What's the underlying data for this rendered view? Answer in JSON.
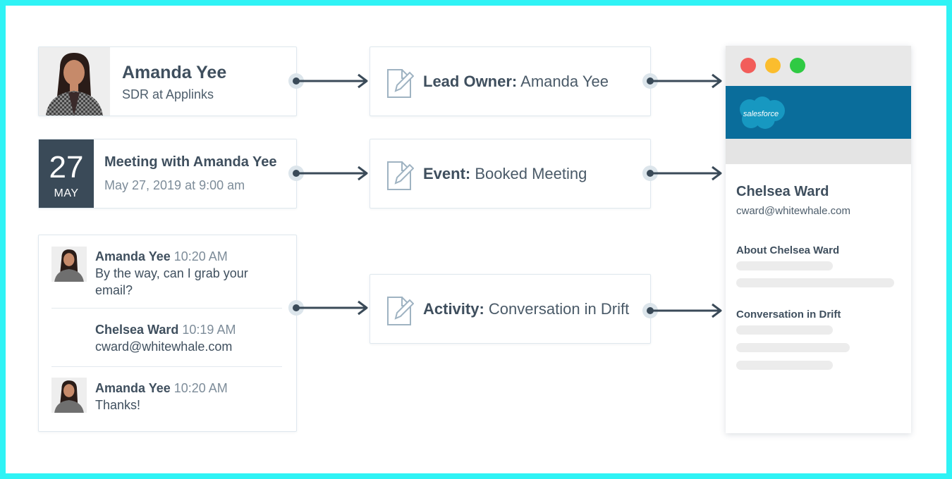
{
  "profile": {
    "name": "Amanda Yee",
    "role": "SDR at Applinks"
  },
  "meeting": {
    "day": "27",
    "month": "MAY",
    "title": "Meeting with Amanda Yee",
    "time": "May 27, 2019 at 9:00 am"
  },
  "chat": {
    "messages": [
      {
        "author": "Amanda Yee",
        "time": "10:20 AM",
        "text_line1": "By the way, can I grab your",
        "text_line2": "email?"
      },
      {
        "author": "Chelsea Ward",
        "time": "10:19 AM",
        "text_line1": "cward@whitewhale.com"
      },
      {
        "author": "Amanda Yee",
        "time": "10:20 AM",
        "text_line1": "Thanks!"
      }
    ]
  },
  "mapping": {
    "lead": {
      "label": "Lead Owner:",
      "value": "Amanda Yee"
    },
    "event": {
      "label": "Event:",
      "value": "Booked Meeting"
    },
    "activity": {
      "label": "Activity:",
      "value": "Conversation in Drift"
    }
  },
  "salesforce": {
    "logo_text": "salesforce",
    "contact_name": "Chelsea Ward",
    "contact_email": "cward@whitewhale.com",
    "section_about": "About Chelsea Ward",
    "section_conversation": "Conversation in Drift"
  },
  "colors": {
    "accent_navy": "#3a4a58",
    "salesforce_blue": "#0a6d9b",
    "salesforce_cloud": "#1798c1",
    "frame": "#2ff3f5"
  },
  "icons": [
    "document-edit-icon",
    "arrow-right-icon",
    "salesforce-cloud-icon"
  ]
}
